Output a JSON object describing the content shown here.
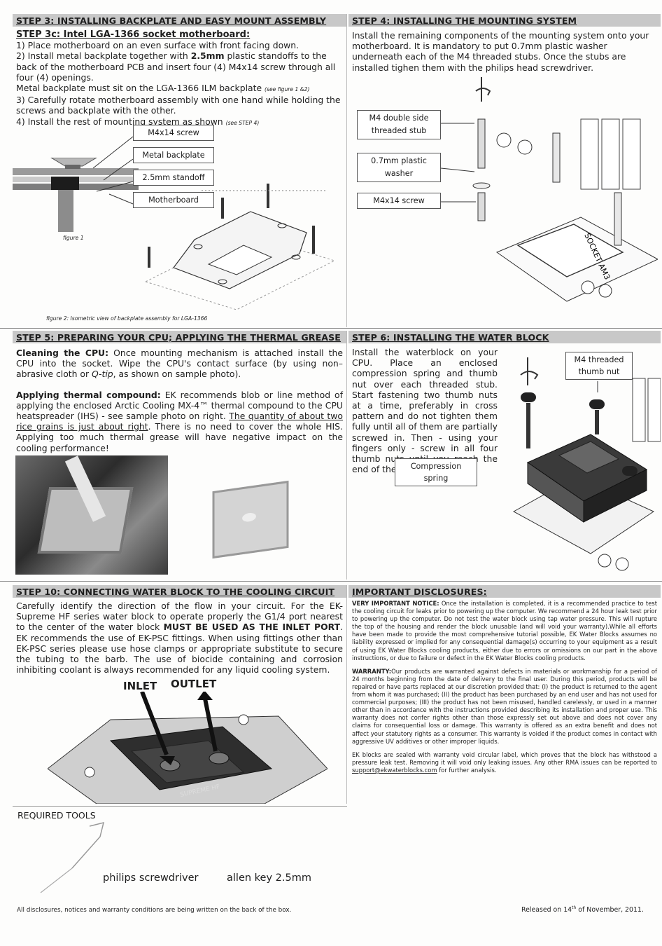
{
  "step3": {
    "header": "STEP 3: INSTALLING BACKPLATE AND EASY MOUNT ASSEMBLY",
    "subheader": "STEP 3c: Intel LGA-1366 socket motherboard:",
    "line1": "1) Place motherboard on an even surface with front facing down.",
    "line2a": "2) Install metal backplate together with ",
    "line2b": "2.5mm",
    "line2c": " plastic standoffs to the back of the motherboard PCB and insert four (4) M4x14 screw through all four (4) openings.",
    "line2d": "Metal backplate must sit on the LGA-1366 ILM backplate ",
    "line2ref": "(see figure 1 &2)",
    "line3": "3) Carefully rotate motherboard assembly with one hand while holding the screws and backplate with the other.",
    "line4": "4) Install the rest of mounting system as shown ",
    "line4ref": "(see STEP 4)",
    "callouts": [
      "M4x14 screw",
      "Metal backplate",
      "2.5mm standoff",
      "Motherboard"
    ],
    "figure1": "figure 1",
    "figure2": "figure 2: Isometric view of backplate assembly for LGA-1366"
  },
  "step4": {
    "header": "STEP 4: INSTALLING THE MOUNTING SYSTEM",
    "text": "Install the remaining components of the mounting system onto your motherboard. It is mandatory to put 0.7mm plastic washer underneath each of the M4 threaded stubs. Once the stubs are installed tighen them with the philips head screwdriver.",
    "callouts": [
      "M4 double side threaded stub",
      "0.7mm plastic washer",
      "M4x14 screw"
    ],
    "socket_label": "SOCKET AM3"
  },
  "step5": {
    "header": "STEP 5: PREPARING YOUR CPU; APPLYING THE THERMAL GREASE",
    "clean_label": "Cleaning the CPU:",
    "clean_text_a": " Once mounting mechanism is attached install the CPU into the socket. Wipe the CPU's contact surface (by using non–abrasive cloth or ",
    "clean_qtip": "Q-tip",
    "clean_text_b": ", as shown on sample photo).",
    "apply_label": "Applying thermal compound:",
    "apply_text_a": " EK recommends blob or line method of applying the enclosed Arctic Cooling MX-4™ thermal compound to the CPU heatspreader (IHS) - see sample photo on right. ",
    "apply_underline": "The quantity of about two rice grains is just about right",
    "apply_text_b": ". There is no need to cover the whole HIS. Applying too much thermal grease will have negative impact on the cooling performance!"
  },
  "step6": {
    "header": "STEP 6: INSTALLING THE WATER BLOCK",
    "text": "Install the waterblock on your CPU. Place an enclosed compression spring and thumb nut over each threaded stub. Start fastening two thumb nuts at a time, preferably in cross pattern and do not tighten them fully until all of them are partially screwed in. Then - using your fingers only - screw in all four thumb nuts until you reach the end of the thread.",
    "callout_nut": "M4 threaded thumb nut",
    "callout_spring": "Compression spring"
  },
  "step10": {
    "header": "STEP 10: CONNECTING WATER BLOCK TO THE COOLING CIRCUIT",
    "text_a": "Carefully identify the direction of the flow in your circuit. For the EK-Supreme HF series water block to operate properly the G1/4 port nearest to the center of the water block ",
    "text_bold": "MUST BE USED AS THE INLET PORT",
    "text_b": ". EK recommends the use of EK-PSC fittings. When using fittings other than EK-PSC series please use hose clamps or appropriate substitute to secure the tubing to the barb. The use of biocide containing and corrosion inhibiting coolant is always recommended for any liquid cooling system.",
    "inlet": "INLET",
    "outlet": "OUTLET",
    "block_label": "SUPREME HF"
  },
  "disclosures": {
    "header": "IMPORTANT DISCLOSURES:",
    "notice_label": "VERY IMPORTANT NOTICE:",
    "notice_text": " Once the installation is completed, it is a recommended practice to test the cooling circuit for leaks prior to powering up the computer. We recommend a 24 hour leak test prior to powering up the computer. Do not test the water block using tap water pressure. This will rupture the top of the housing and render the block unusable (and will void your warranty).While all efforts have been made to provide the most comprehensive tutorial possible, EK Water Blocks assumes no liability expressed or implied for any consequential damage(s) occurring to your equipment as a result of using EK Water Blocks cooling products, either due to errors or omissions on our part in the above instructions, or due to failure or defect in the EK Water Blocks cooling products.",
    "warranty_label": "WARRANTY:",
    "warranty_text": "Our products are warranted against defects in materials or workmanship for a period of 24 months beginning from the date of delivery to the final user. During this period, products will be repaired or have parts replaced at our discretion provided that: (I) the product is returned to the agent from whom it was purchased; (II) the product has been purchased by an end user and has not used for commercial purposes; (III) the product has not been misused, handled carelessly, or used in a manner other than in accordance with the instructions provided describing its installation and proper use. This warranty does not confer rights other than those expressly set out above and does not cover any claims for consequential loss or damage. This warranty is offered as an extra benefit and does not affect your statutory rights as a consumer. This warranty is voided if the product comes in contact with aggressive UV additives or other improper liquids.",
    "seal_text": "EK blocks are sealed with warranty void circular label, which proves that the block has withstood a pressure leak test. Removing it will void only leaking issues. Any other RMA issues can be reported to ",
    "email": "support@ekwaterblocks.com",
    "seal_tail": " for further analysis."
  },
  "tools": {
    "header": "REQUIRED TOOLS",
    "tool1": "philips screwdriver",
    "tool2": "allen key 2.5mm"
  },
  "footer": {
    "left": "All disclosures, notices and warranty conditions are being written on the back of the box.",
    "right_a": "Released on 14",
    "right_sup": "th",
    "right_b": " of November, 2011."
  }
}
